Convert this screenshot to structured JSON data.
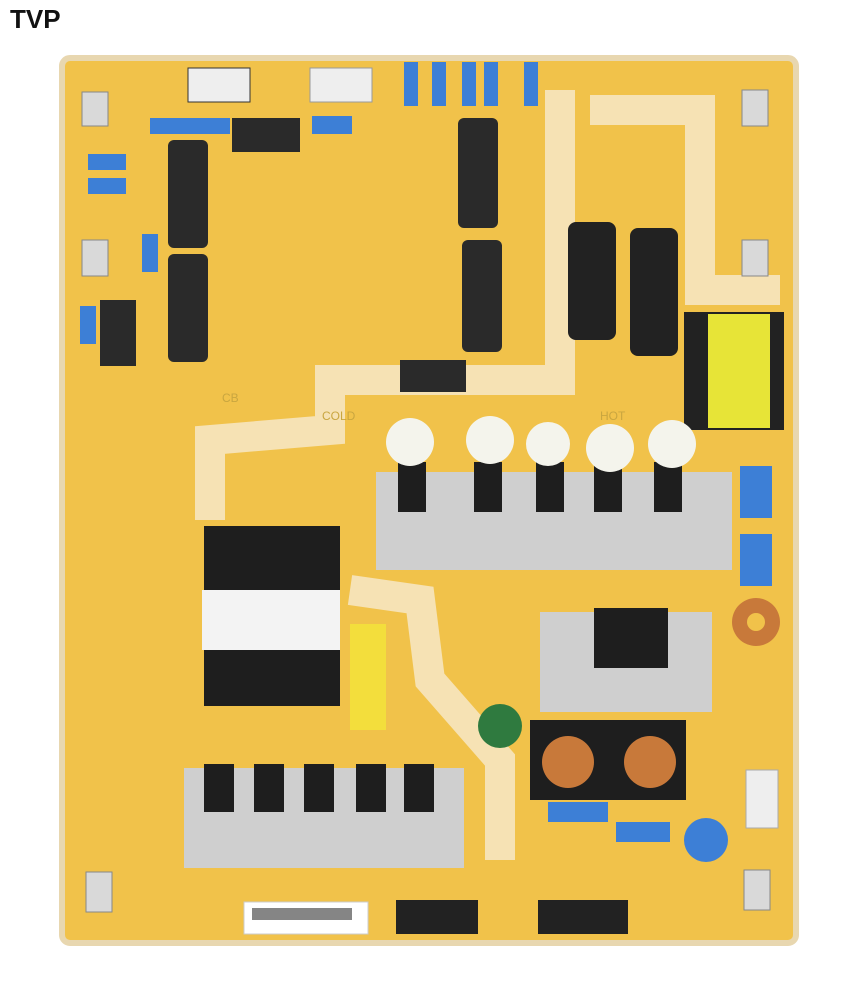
{
  "watermark": "TVP",
  "board": {
    "markings": [
      "CB",
      "COLD",
      "HOT"
    ],
    "colors": {
      "pcb": "#f1c24a",
      "trace": "#f6dc9a",
      "heatsink": "#cfcfcf",
      "capacitor": "#3d7fd6"
    }
  }
}
